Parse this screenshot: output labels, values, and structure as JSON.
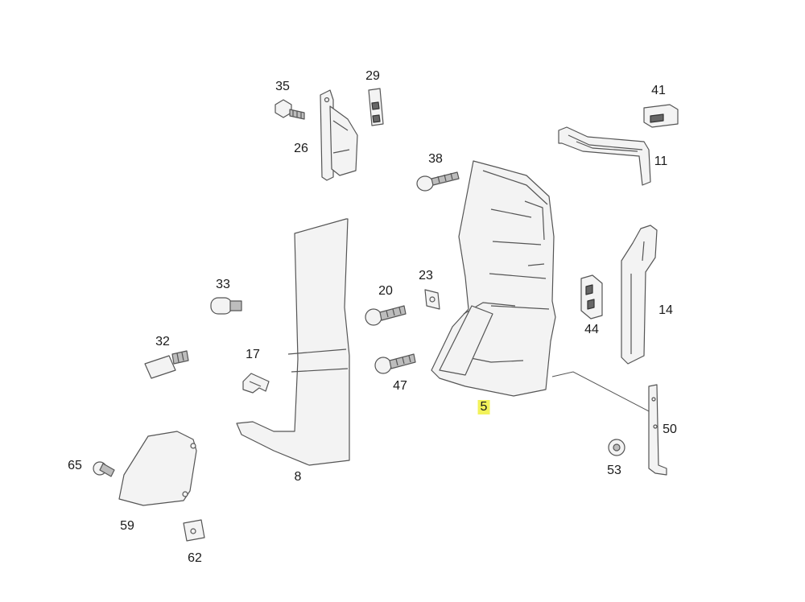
{
  "diagram": {
    "highlight_color": "#f2f25a",
    "line_color": "#555555",
    "labels": {
      "p35": "35",
      "p29": "29",
      "p26": "26",
      "p41": "41",
      "p38": "38",
      "p11": "11",
      "p33": "33",
      "p20": "20",
      "p23": "23",
      "p14": "14",
      "p44": "44",
      "p32": "32",
      "p17": "17",
      "p47": "47",
      "p5": "5",
      "p50": "50",
      "p53": "53",
      "p65": "65",
      "p8": "8",
      "p59": "59",
      "p62": "62"
    }
  }
}
